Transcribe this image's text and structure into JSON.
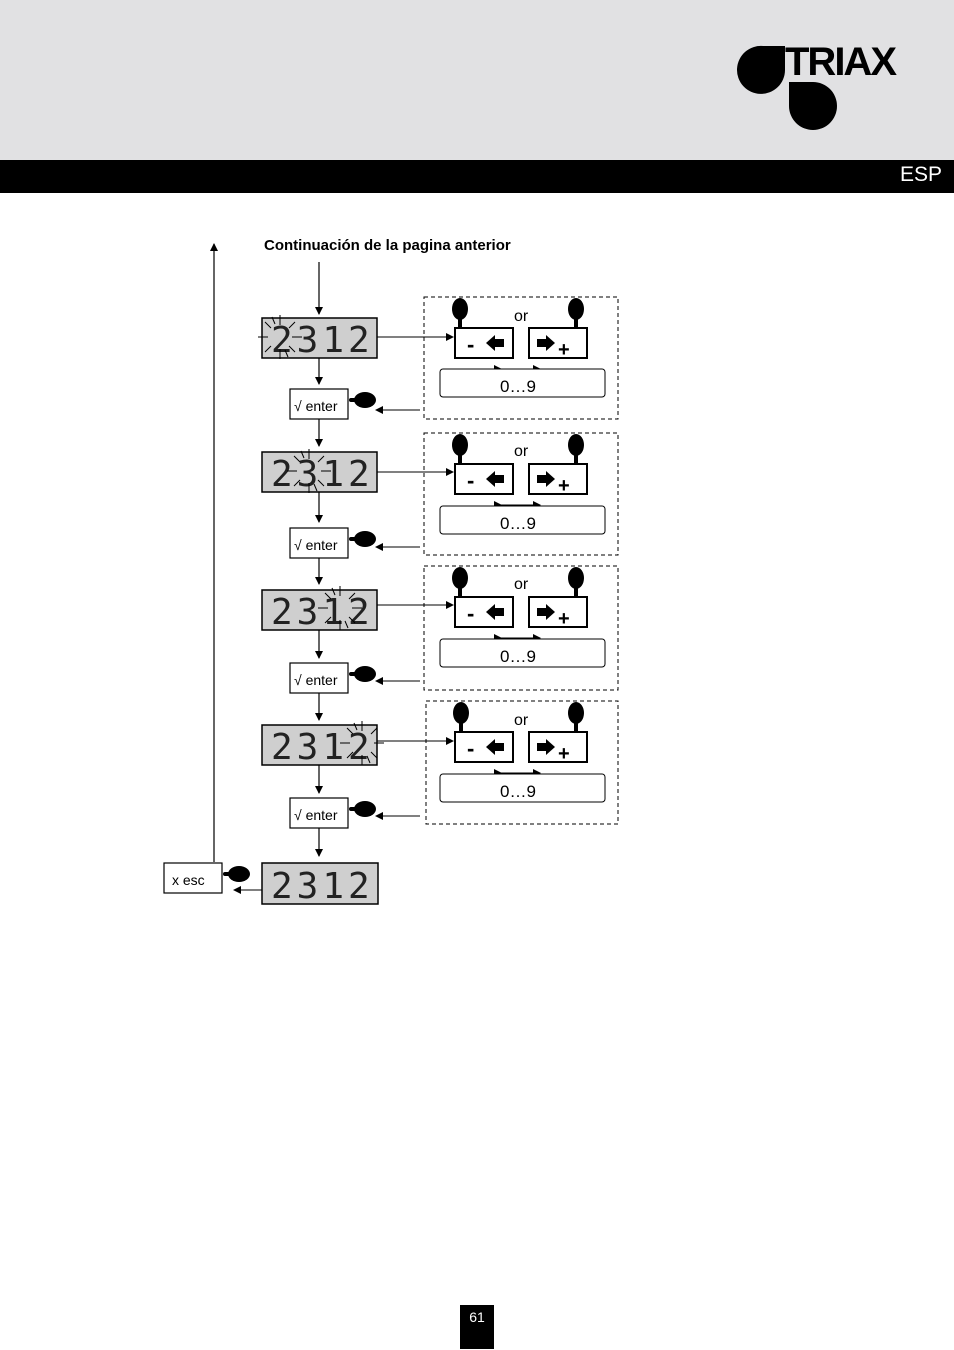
{
  "brand": {
    "name": "TRIAX"
  },
  "header": {
    "language": "ESP"
  },
  "diagram": {
    "caption": "Continuación de la pagina anterior",
    "display_value": "2312",
    "or_label": "or",
    "range_label": "0…9",
    "enter_label": "√ enter",
    "esc_label": "x esc",
    "minus_label": "-",
    "plus_label": "+"
  },
  "footer": {
    "page_number": "61"
  }
}
